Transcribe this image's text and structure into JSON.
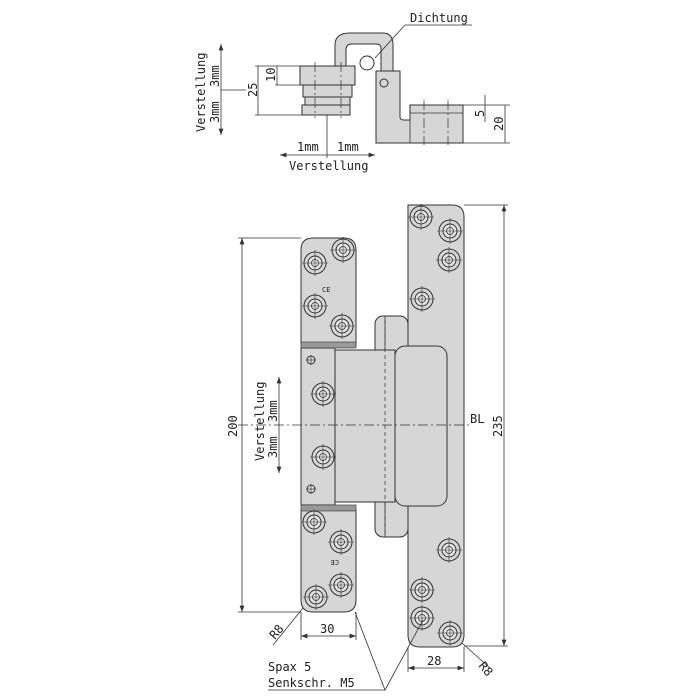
{
  "top_view": {
    "seal_label": "Dichtung",
    "dim_10": "10",
    "dim_25": "25",
    "dim_5": "5",
    "dim_20": "20",
    "vertical_adjust_label": "Verstellung",
    "vertical_adjust_up": "3mm",
    "vertical_adjust_down": "3mm",
    "lateral_adjust_left": "1mm",
    "lateral_adjust_right": "1mm",
    "lateral_adjust_label": "Verstellung"
  },
  "front_view": {
    "dim_height_left": "200",
    "dim_height_right": "235",
    "centerline_label": "BL",
    "adjust_label": "Verstellung",
    "adjust_up": "3mm",
    "adjust_down": "3mm",
    "width_left": "30",
    "width_right": "28",
    "radius_left": "R8",
    "radius_right": "R8",
    "mark_top": "CE",
    "mark_bottom": "CE",
    "screw_note_1": "Spax 5",
    "screw_note_2": "Senkschr. M5"
  }
}
